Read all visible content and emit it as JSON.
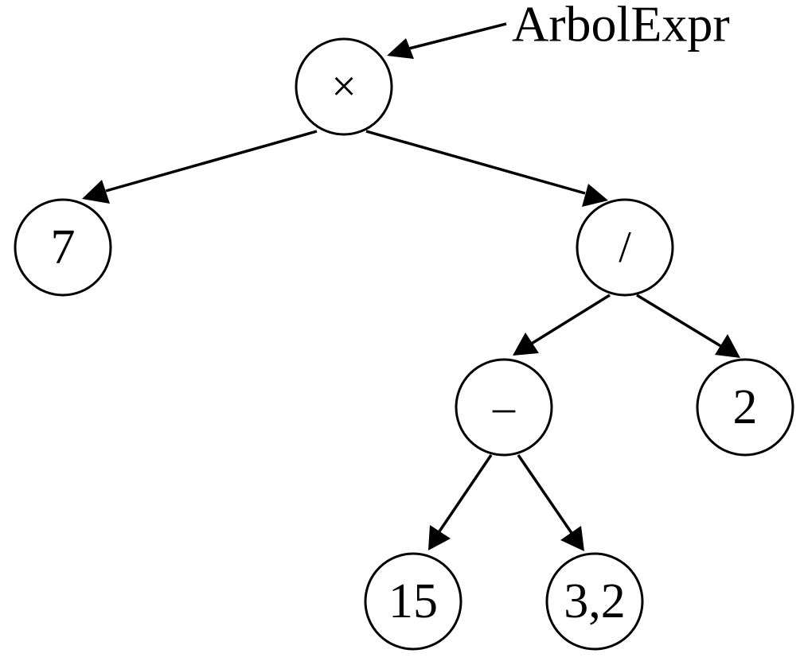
{
  "diagram": {
    "pointer_label": "ArbolExpr",
    "nodes": {
      "root": "×",
      "left_leaf": "7",
      "divide": "/",
      "minus": "–",
      "two": "2",
      "fifteen": "15",
      "three_two": "3,2"
    },
    "colors": {
      "stroke": "#000000",
      "fill": "#ffffff",
      "text": "#000000"
    }
  }
}
